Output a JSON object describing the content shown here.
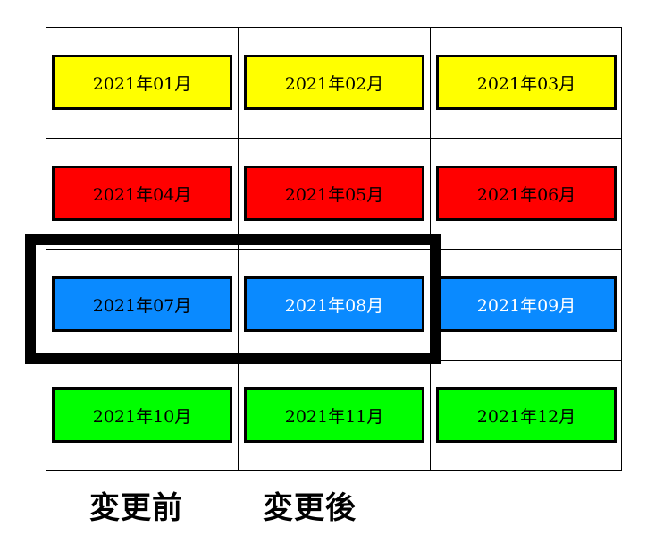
{
  "grid": {
    "rows": [
      {
        "color": "#FFFF00",
        "text_color": "#000000",
        "cells": [
          "2021年01月",
          "2021年02月",
          "2021年03月"
        ]
      },
      {
        "color": "#FF0000",
        "text_color": "#000000",
        "cells": [
          "2021年04月",
          "2021年05月",
          "2021年06月"
        ]
      },
      {
        "color": "#0A8AFF",
        "text_color": [
          "#000000",
          "#FFFFFF",
          "#FFFFFF"
        ],
        "cells": [
          "2021年07月",
          "2021年08月",
          "2021年09月"
        ]
      },
      {
        "color": "#00FF00",
        "text_color": "#000000",
        "cells": [
          "2021年10月",
          "2021年11月",
          "2021年12月"
        ]
      }
    ]
  },
  "captions": {
    "before": "変更前",
    "after": "変更後"
  },
  "highlight": {
    "color": "#000000"
  }
}
